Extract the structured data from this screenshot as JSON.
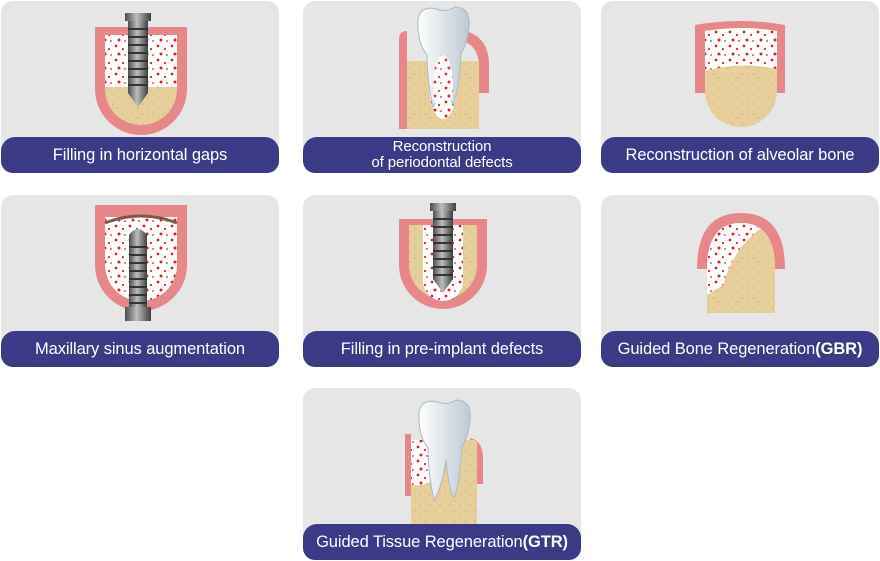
{
  "cards": [
    {
      "caption": "Filling in horizontal gaps"
    },
    {
      "caption_line1": "Reconstruction",
      "caption_line2": "of periodontal defects"
    },
    {
      "caption": "Reconstruction of alveolar bone"
    },
    {
      "caption": "Maxillary sinus augmentation"
    },
    {
      "caption": "Filling in pre-implant defects"
    },
    {
      "caption_main": "Guided Bone Regeneration",
      "caption_bold": "(GBR)"
    },
    {
      "caption_main": "Guided Tissue Regeneration",
      "caption_bold": "(GTR)"
    }
  ],
  "colors": {
    "card_bg": "#e6e6e6",
    "caption_bar": "#3a3a86",
    "gum": "#e8878a",
    "bone": "#e7cf9c",
    "graft_dots": "#d8222a",
    "implant": "#7a7a7a",
    "tooth": "#f2f6f8"
  },
  "icons": [
    "implant-icon",
    "tooth-icon",
    "bone-block-icon",
    "membrane-icon"
  ]
}
